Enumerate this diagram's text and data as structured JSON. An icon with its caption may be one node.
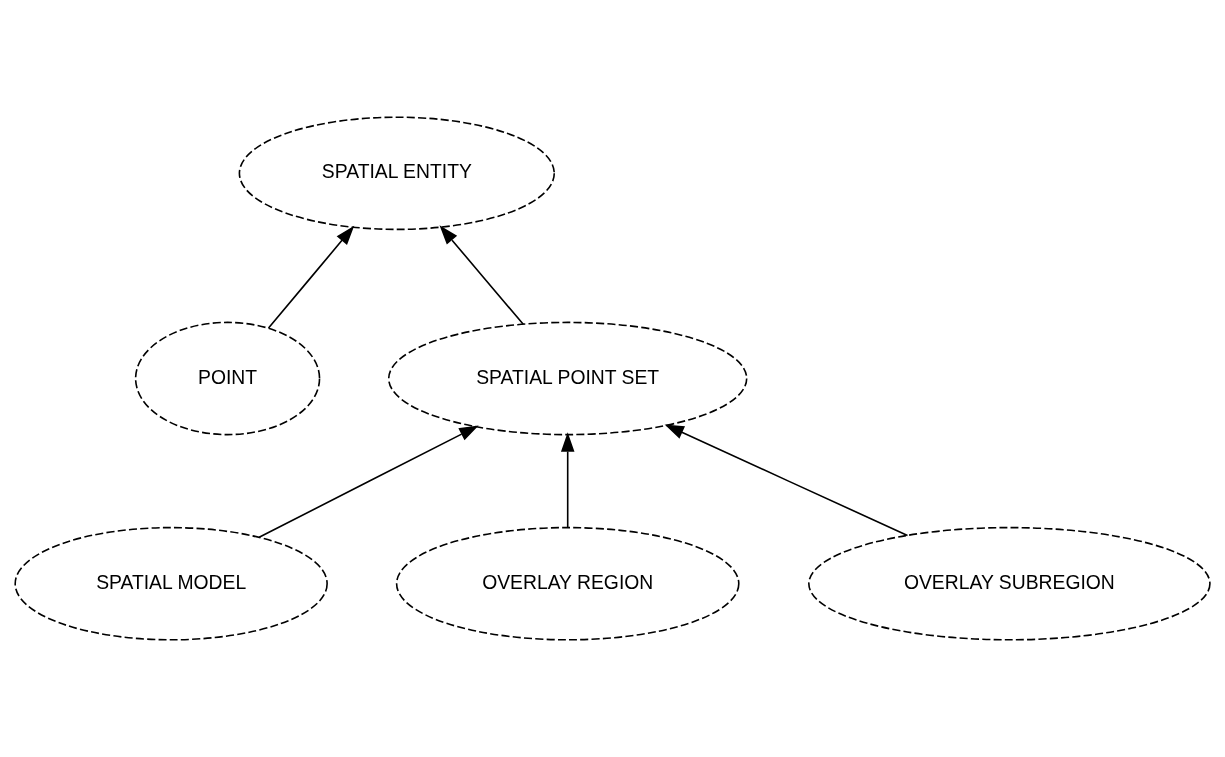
{
  "diagram": {
    "nodes": [
      {
        "text": [
          "SPATIAL ENTITY"
        ]
      },
      {
        "text": [
          "POINT"
        ]
      },
      {
        "text": [
          "SPATIAL POINT SET"
        ]
      },
      {
        "text": [
          "SPATIAL MODEL"
        ]
      },
      {
        "text": [
          "OVERLAY REGION"
        ]
      },
      {
        "text": [
          "OVERLAY SUBREGION"
        ]
      }
    ],
    "edges": [
      {
        "from": 2,
        "to": 0,
        "arrow": "to"
      },
      {
        "from": 1,
        "to": 0,
        "arrow": "to"
      },
      {
        "from": 3,
        "to": 2,
        "arrow": "to"
      },
      {
        "from": 4,
        "to": 2,
        "arrow": "to"
      },
      {
        "from": 5,
        "to": 2,
        "arrow": "to"
      }
    ]
  }
}
